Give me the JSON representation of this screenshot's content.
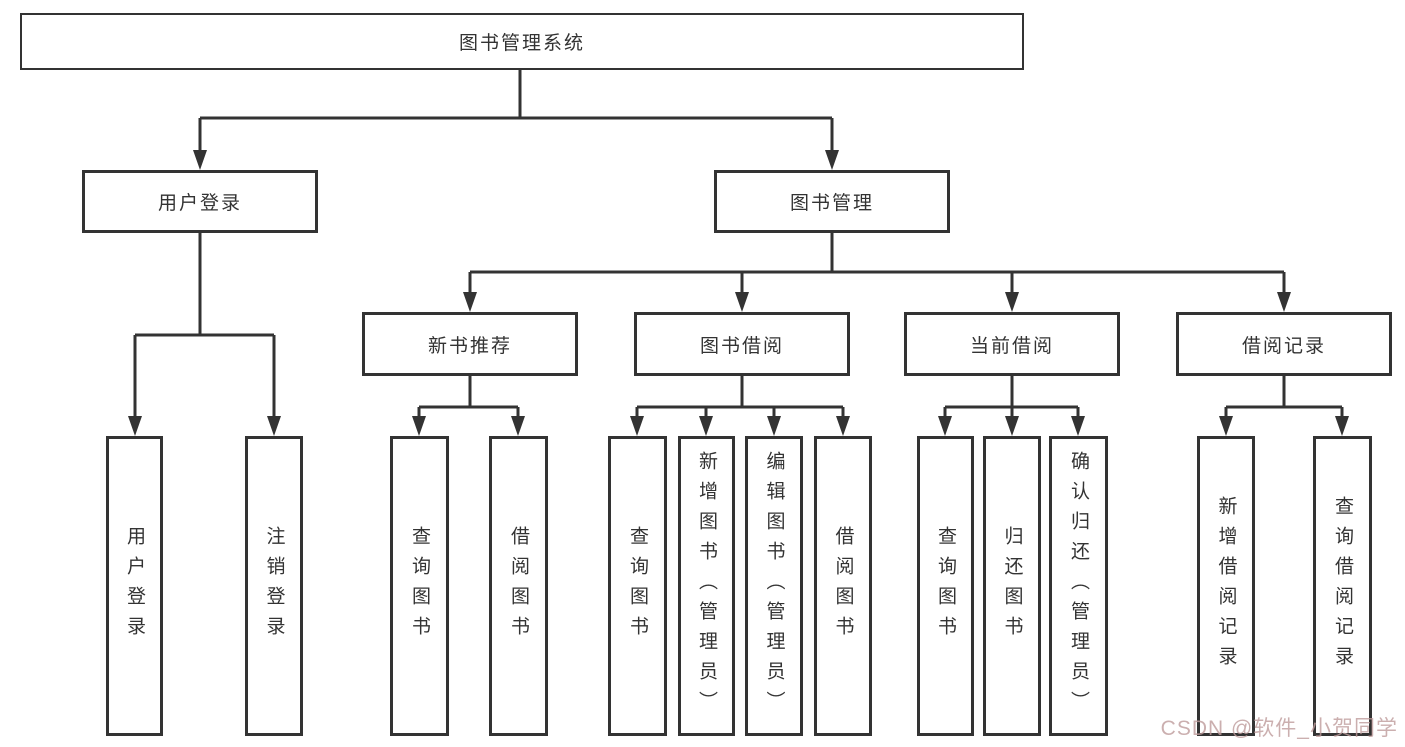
{
  "tree": {
    "root": {
      "label": "图书管理系统",
      "children": [
        {
          "label": "用户登录",
          "children": [
            {
              "label": "用户登录"
            },
            {
              "label": "注销登录"
            }
          ]
        },
        {
          "label": "图书管理",
          "children": [
            {
              "label": "新书推荐",
              "children": [
                {
                  "label": "查询图书"
                },
                {
                  "label": "借阅图书"
                }
              ]
            },
            {
              "label": "图书借阅",
              "children": [
                {
                  "label": "查询图书"
                },
                {
                  "label": "新增图书（管理员）"
                },
                {
                  "label": "编辑图书（管理员）"
                },
                {
                  "label": "借阅图书"
                }
              ]
            },
            {
              "label": "当前借阅",
              "children": [
                {
                  "label": "查询图书"
                },
                {
                  "label": "归还图书"
                },
                {
                  "label": "确认归还（管理员）"
                }
              ]
            },
            {
              "label": "借阅记录",
              "children": [
                {
                  "label": "新增借阅记录"
                },
                {
                  "label": "查询借阅记录"
                }
              ]
            }
          ]
        }
      ]
    }
  },
  "watermark": {
    "text": "CSDN @软件_小贺同学"
  },
  "colors": {
    "line": "#333333",
    "box_border": "#333333",
    "box_background": "#ffffff",
    "text": "#333333",
    "watermark": "#be9b9b",
    "background": "#ffffff"
  }
}
